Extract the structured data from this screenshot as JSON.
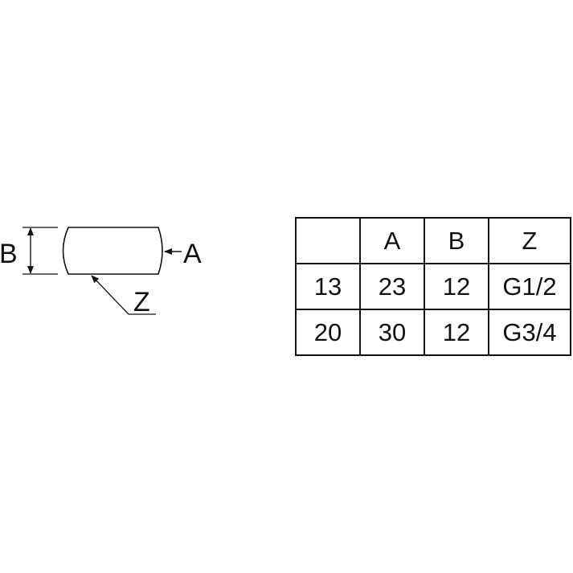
{
  "diagram": {
    "labels": {
      "outer_diameter": "A",
      "length": "B",
      "thread": "Z"
    }
  },
  "table": {
    "headers": [
      "",
      "A",
      "B",
      "Z"
    ],
    "rows": [
      [
        "13",
        "23",
        "12",
        "G1/2"
      ],
      [
        "20",
        "30",
        "12",
        "G3/4"
      ]
    ]
  },
  "colors": {
    "line": "#111111",
    "background": "#ffffff"
  }
}
